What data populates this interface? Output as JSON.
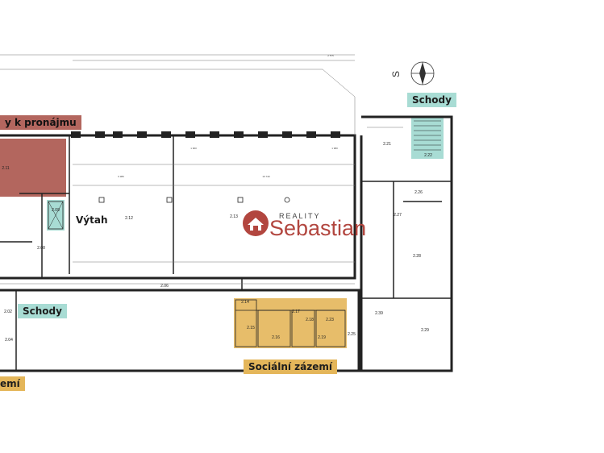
{
  "labels": {
    "rent": "y k pronájmu",
    "lift": "Výtah",
    "stairs_left": "Schody",
    "stairs_right": "Schody",
    "social": "Sociální zázemí",
    "cut_left": "emí"
  },
  "logo": {
    "small": "REALITY",
    "big": "Sebastian"
  },
  "compass": {
    "letter": "S"
  },
  "rooms": {
    "r211": "2.11",
    "r209": "2.09",
    "r212": "2.12",
    "r213": "2.13",
    "r208": "2.08",
    "r206": "2.06",
    "r202": "2.02",
    "r204": "2.04",
    "r221": "2.21",
    "r222": "2.22",
    "r226": "2.26",
    "r227": "2.27",
    "r228": "2.28",
    "r229": "2.29",
    "r225": "2.25",
    "r239": "2.39",
    "r215": "2.15",
    "r216": "2.16",
    "r218": "2.18",
    "r223": "2.23",
    "r217": "2.17",
    "r219": "2.19",
    "r214": "2.14"
  },
  "dims": {
    "d1": "9 386",
    "d2": "16 740",
    "d3": "1 900",
    "d4": "2 575",
    "d5": "1 980"
  },
  "colors": {
    "rent": "#b3665e",
    "teal": "#a8dcd4",
    "gold": "#e4b65a",
    "logo": "#b2463f"
  }
}
